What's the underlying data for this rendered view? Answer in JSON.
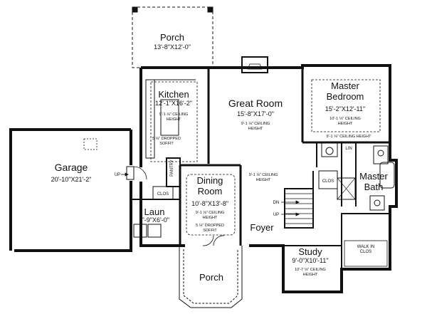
{
  "rooms": {
    "porch_top": {
      "name": "Porch",
      "dims": "13'-8\"X12'-0\""
    },
    "kitchen": {
      "name": "Kitchen",
      "dims": "12'-1\"X16'-2\"",
      "ceiling_1": "9'-1 ⅛\" CEILING",
      "ceiling_2": "HEIGHT",
      "soffit_1": "5 ⅛\" DROPPED",
      "soffit_2": "SOFFIT"
    },
    "great_room": {
      "name": "Great Room",
      "dims": "15'-8\"X17'-0\"",
      "ceiling_1": "9'-1 ⅛\" CEILING",
      "ceiling_2": "HEIGHT"
    },
    "master_bedroom": {
      "name_1": "Master",
      "name_2": "Bedroom",
      "dims": "15'-2\"X12'-11\"",
      "ceiling_1": "10'-1 ⅛\" CEILING",
      "ceiling_2": "HEIGHT",
      "ceiling_below": "9'-1 ⅛\" CEILING HEIGHT"
    },
    "garage": {
      "name": "Garage",
      "dims": "20'-10\"X21'-2\""
    },
    "dining_room": {
      "name_1": "Dining",
      "name_2": "Room",
      "dims": "10'-8\"X13'-8\"",
      "ceiling_1": "9'-1 ⅛\" CEILING",
      "ceiling_2": "HEIGHT",
      "soffit_1": "5 ⅛\" DROPPED",
      "soffit_2": "SOFFIT"
    },
    "hall": {
      "ceiling_1": "9'-1 ⅛\" CEILING",
      "ceiling_2": "HEIGHT"
    },
    "master_bath": {
      "name_1": "Master",
      "name_2": "Bath"
    },
    "laun": {
      "name": "Laun",
      "dims": "7'-9\"X6'-0\""
    },
    "foyer": {
      "name": "Foyer"
    },
    "study": {
      "name": "Study",
      "dims": "9'-0\"X10'-11\"",
      "ceiling_1": "10'-7 ⅛\" CEILING",
      "ceiling_2": "HEIGHT"
    },
    "porch_front": {
      "name": "Porch"
    }
  },
  "labels": {
    "pantry": "PANTRY",
    "clos_laun": "CLOS",
    "clos_bath": "CLOS",
    "lin": "LIN",
    "walk_in_1": "WALK IN",
    "walk_in_2": "CLOS",
    "up_garage": "UP",
    "up_stair": "UP",
    "dn_stair": "DN"
  }
}
